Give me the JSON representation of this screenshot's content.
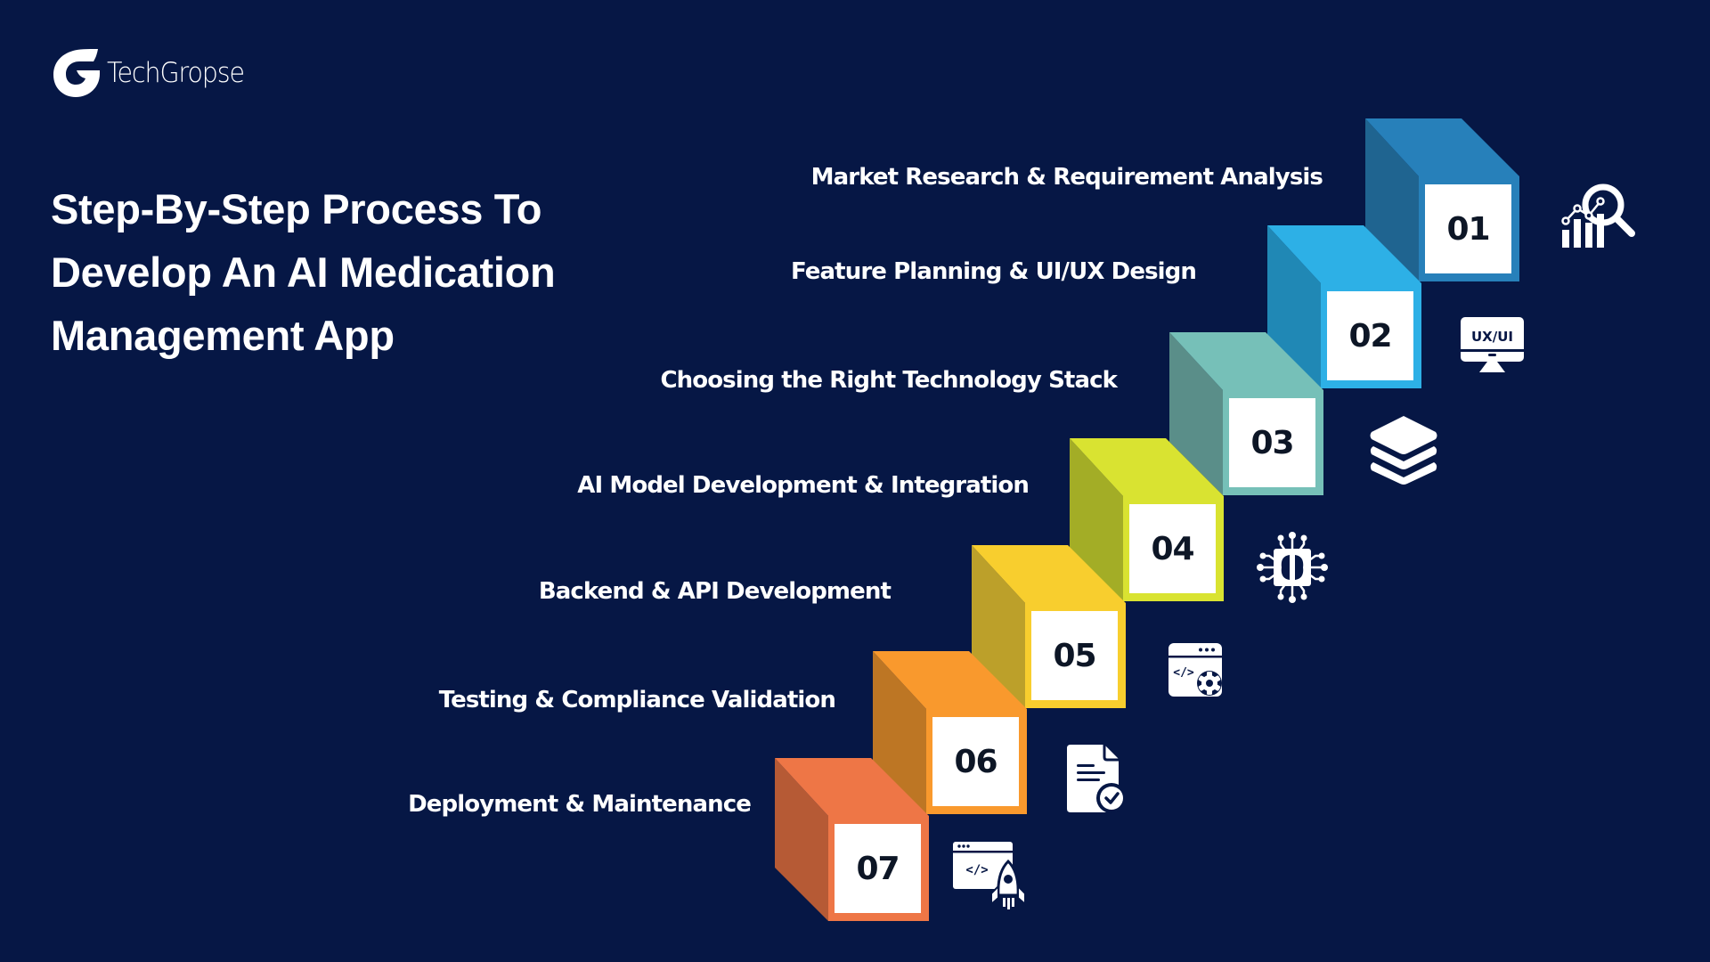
{
  "brand": {
    "name": "TechGropse",
    "logo_icon": "g-logo-icon"
  },
  "title": {
    "lines": [
      "Step-By-Step Process To",
      "Develop An AI Medication",
      "Management App"
    ]
  },
  "colors": {
    "background": "#061745",
    "text": "#ffffff",
    "number_text": "#0d1626"
  },
  "steps": [
    {
      "number": "01",
      "label": "Market Research & Requirement Analysis",
      "icon": "chart-magnifier-icon",
      "front": "#2780BA",
      "side": "#1F6490"
    },
    {
      "number": "02",
      "label": "Feature Planning & UI/UX Design",
      "icon": "ux-ui-monitor-icon",
      "icon_text": "UX/UI",
      "front": "#2DB0E6",
      "side": "#2088B5"
    },
    {
      "number": "03",
      "label": "Choosing the Right Technology Stack",
      "icon": "layers-stack-icon",
      "front": "#76C0B8",
      "side": "#5A8E89"
    },
    {
      "number": "04",
      "label": "AI Model Development & Integration",
      "icon": "ai-chip-icon",
      "front": "#D9E331",
      "side": "#A3AD26"
    },
    {
      "number": "05",
      "label": "Backend & API Development",
      "icon": "code-window-gear-icon",
      "front": "#F8CE2E",
      "side": "#BCA02A"
    },
    {
      "number": "06",
      "label": "Testing & Compliance Validation",
      "icon": "document-check-icon",
      "front": "#F9992D",
      "side": "#BD7624"
    },
    {
      "number": "07",
      "label": "Deployment & Maintenance",
      "icon": "code-window-rocket-icon",
      "front": "#EE7646",
      "side": "#B65A35"
    }
  ]
}
